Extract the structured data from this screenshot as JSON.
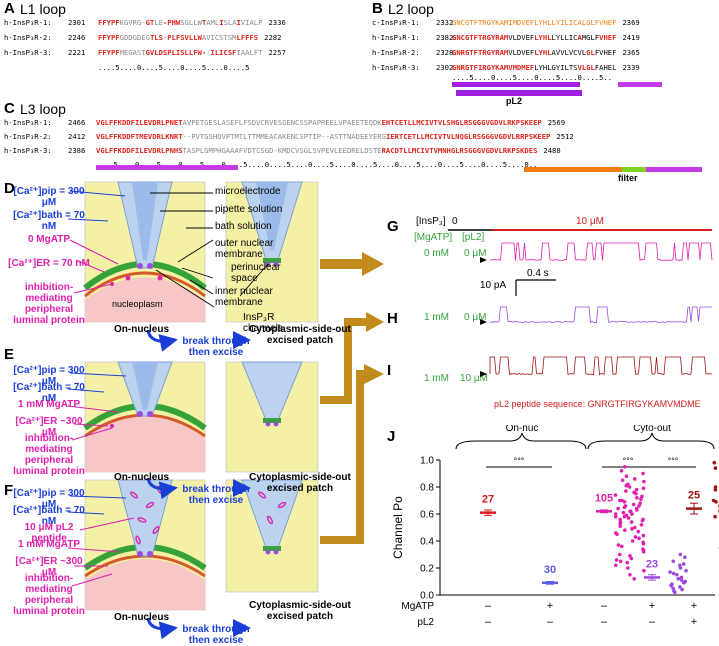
{
  "panelA": {
    "letter": "A",
    "title": "L1 loop",
    "rows": [
      {
        "name": "h-InsP₃R-1:",
        "start": "2301",
        "end": "2336",
        "segs": [
          [
            "r",
            "FFYPF"
          ],
          [
            "g",
            "KGVRG-"
          ],
          [
            "r",
            "GT"
          ],
          [
            "g",
            "LE"
          ],
          [
            "r",
            "-PHW"
          ],
          [
            "g",
            "SGLLW"
          ],
          [
            "r",
            "T"
          ],
          [
            "g",
            "AML"
          ],
          [
            "r",
            "I"
          ],
          [
            "g",
            "SLA"
          ],
          [
            "r",
            "I"
          ],
          [
            "g",
            "VIALP"
          ]
        ]
      },
      {
        "name": "h-InsP₃R-2:",
        "start": "2246",
        "end": "2282",
        "segs": [
          [
            "r",
            "FFYPF"
          ],
          [
            "g",
            "GDDGDEG"
          ],
          [
            "r",
            "TLS"
          ],
          [
            "g",
            "-"
          ],
          [
            "r",
            "PLFSVLLW"
          ],
          [
            "g",
            "AVICSTSM"
          ],
          [
            "r",
            "LFFFS"
          ]
        ]
      },
      {
        "name": "h-InsP₃R-3:",
        "start": "2221",
        "end": "2257",
        "segs": [
          [
            "r",
            "FFYPF"
          ],
          [
            "g",
            "MEGAST"
          ],
          [
            "r",
            "GVLDSPLISLLFW-"
          ],
          [
            "g",
            "-"
          ],
          [
            "r",
            "ILICSF"
          ],
          [
            "g",
            "IAALFT"
          ]
        ]
      }
    ],
    "ruler": "....5....0....5....0....5....0....5"
  },
  "panelB": {
    "letter": "B",
    "title": "L2 loop",
    "rows": [
      {
        "name": "c-InsP₃R-1:",
        "start": "2332",
        "end": "2369",
        "segs": [
          [
            "o",
            "GNCGTFTRGYKAMIMDVEFLYHLLYILICALGLFVHEF"
          ]
        ]
      },
      {
        "name": "h-InsP₃R-1:",
        "start": "2382",
        "end": "2419",
        "segs": [
          [
            "r",
            "GNCGTFTRGYRAM"
          ],
          [
            "k",
            "VLDVEF"
          ],
          [
            "r",
            "LYHL"
          ],
          [
            "k",
            "LYLLIC"
          ],
          [
            "r",
            "A"
          ],
          [
            "k",
            "MGLF"
          ],
          [
            "r",
            "VHEF"
          ]
        ]
      },
      {
        "name": "h-InsP₃R-2:",
        "start": "2328",
        "end": "2365",
        "segs": [
          [
            "r",
            "GNRGTFTRGYRAM"
          ],
          [
            "k",
            "VLDVEF"
          ],
          [
            "r",
            "LYHL"
          ],
          [
            "k",
            "AVVLVCVL"
          ],
          [
            "r",
            "GL"
          ],
          [
            "k",
            "FVHEF"
          ]
        ]
      },
      {
        "name": "h-InsP₃R-3:",
        "start": "2302",
        "end": "2339",
        "segs": [
          [
            "r",
            "GNRGTFIRGYKAMVMDMEF"
          ],
          [
            "k",
            "LYHLGYILTS"
          ],
          [
            "r",
            "VLGL"
          ],
          [
            "k",
            "FAHEL"
          ]
        ]
      }
    ],
    "ruler": "....5....0....5....0....5....0....5..",
    "bar_label": "pL2"
  },
  "panelC": {
    "letter": "C",
    "title": "L3 loop",
    "rows": [
      {
        "name": "h-InsP₃R-1:",
        "start": "2466",
        "end": "2569",
        "segs": [
          [
            "r",
            "VGLFFKDDFILEVDRLPNET"
          ],
          [
            "g",
            "AVPETGESLASEFLFSDVCRVESGENCSSPAPREELVPAEETEQDK"
          ],
          [
            "r",
            "EHTCETLLMCIVTVLSHGLRSGGGVGDVLRKPSKEEP"
          ]
        ]
      },
      {
        "name": "h-InsP₃R-2:",
        "start": "2412",
        "end": "2512",
        "segs": [
          [
            "r",
            "VGLFFKDDFTMEVDRLKNRT"
          ],
          [
            "g",
            "--PVTGSHQVPTMTLTTMMEACAKENCSPTIP--ASTTNADEEYERG"
          ],
          [
            "r",
            "IERTCETLLMCIVTVLNQGLRSGGGVGDVLRRPSKEEP"
          ]
        ]
      },
      {
        "name": "h-InsP₃R-3:",
        "start": "2386",
        "end": "2488",
        "segs": [
          [
            "r",
            "VGLFFKDDFILEVDRLPNHS"
          ],
          [
            "g",
            "TASPLGMPHGAAAFVDTCSGD-KMDCVSGLSVPEVLEEDRELDSTE"
          ],
          [
            "r",
            "RACDTLLMCIVTVMNHGLRSGGGVGDVLRKPSKDES"
          ]
        ]
      }
    ],
    "ruler": "....5....0....5....0....5....0....5....0....5....0....5....0....5....0....5....0....5....0....5....0..",
    "filter_label": "filter"
  },
  "panelD": {
    "letter": "D",
    "conds": [
      {
        "text": "[Ca²⁺]pip = 300 μM",
        "color": "#1a3fd6"
      },
      {
        "text": "[Ca²⁺]bath = 70 nM",
        "color": "#1a3fd6"
      },
      {
        "text": "0 MgATP",
        "color": "#e020b0"
      },
      {
        "text": "[Ca²⁺]ER = 70 nM",
        "color": "#e020b0"
      },
      {
        "text": "inhibition-mediating peripheral luminal protein",
        "color": "#e020b0"
      }
    ],
    "labels": [
      "microelectrode",
      "pipette solution",
      "bath solution",
      "outer nuclear membrane",
      "perinuclear space",
      "inner nuclear membrane",
      "InsP₃R channels"
    ],
    "nucleoplasm": "nucleoplasm",
    "on_label": "On-nucleus",
    "step": "break through then excise",
    "off_label": "Cytoplasmic-side-out excised patch"
  },
  "panelE": {
    "letter": "E",
    "conds": [
      {
        "text": "[Ca²⁺]pip = 300 μM",
        "color": "#1a3fd6"
      },
      {
        "text": "[Ca²⁺]bath = 70 nM",
        "color": "#1a3fd6"
      },
      {
        "text": "1 mM MgATP",
        "color": "#e020b0"
      },
      {
        "text": "[Ca²⁺]ER ~300 μM",
        "color": "#e020b0"
      },
      {
        "text": "inhibition-mediating peripheral luminal protein",
        "color": "#e020b0"
      }
    ],
    "on_label": "On-nucleus",
    "step": "break through then excise",
    "off_label": "Cytoplasmic-side-out excised patch"
  },
  "panelF": {
    "letter": "F",
    "conds": [
      {
        "text": "[Ca²⁺]pip = 300 μM",
        "color": "#1a3fd6"
      },
      {
        "text": "[Ca²⁺]bath = 70 nM",
        "color": "#1a3fd6"
      },
      {
        "text": "10 μM pL2 peptide",
        "color": "#e020b0"
      },
      {
        "text": "1 mM MgATP",
        "color": "#e020b0"
      },
      {
        "text": "[Ca²⁺]ER ~300 μM",
        "color": "#e020b0"
      },
      {
        "text": "inhibition-mediating peripheral luminal protein",
        "color": "#e020b0"
      }
    ],
    "on_label": "On-nucleus",
    "step": "break through then excise",
    "off_label": "Cytoplasmic-side-out excised patch"
  },
  "panelG": {
    "letter": "G",
    "insp3_label": "[InsP₃]",
    "insp3_0": "0",
    "insp3_10": "10 μM",
    "hdr_mgatp": "[MgATP]",
    "hdr_pl2": "[pL2]",
    "mgatp": "0 mM",
    "pl2": "0 μM",
    "color": "#e020b0",
    "scale_time": "0.4 s",
    "scale_current": "10 pA"
  },
  "panelH": {
    "letter": "H",
    "mgatp": "1 mM",
    "pl2": "0 μM",
    "color": "#9b4ae0"
  },
  "panelI": {
    "letter": "I",
    "mgatp": "1 mM",
    "pl2": "10 μM",
    "color": "#a01414",
    "peptide": "pL2 peptide sequence: GNRGTFIRGYKAMVMDME"
  },
  "chart_data": {
    "type": "scatter",
    "ylabel": "Channel Po",
    "ylim": [
      0,
      1.0
    ],
    "yticks": [
      0.0,
      0.2,
      0.4,
      0.6,
      0.8,
      1.0
    ],
    "groups": [
      "On-nuc",
      "Cyto-out"
    ],
    "sig": [
      "°°°",
      "°°°",
      "°°°"
    ],
    "row_labels": [
      "MgATP",
      "pL2"
    ],
    "row_values": [
      [
        "–",
        "+",
        "–",
        "+",
        "+"
      ],
      [
        "–",
        "–",
        "–",
        "–",
        "+"
      ]
    ],
    "series": [
      {
        "n": "27",
        "mean": 0.61,
        "sem": 0.02,
        "color": "#d41c1c"
      },
      {
        "n": "30",
        "mean": 0.09,
        "sem": 0.01,
        "color": "#5a5ae6"
      },
      {
        "n": "105",
        "mean": 0.62,
        "sem": 0.01,
        "color": "#e020b0"
      },
      {
        "n": "23",
        "mean": 0.13,
        "sem": 0.02,
        "color": "#9b4ae0"
      },
      {
        "n": "25",
        "mean": 0.64,
        "sem": 0.04,
        "color": "#a01414"
      }
    ]
  },
  "panelJ": {
    "letter": "J"
  }
}
